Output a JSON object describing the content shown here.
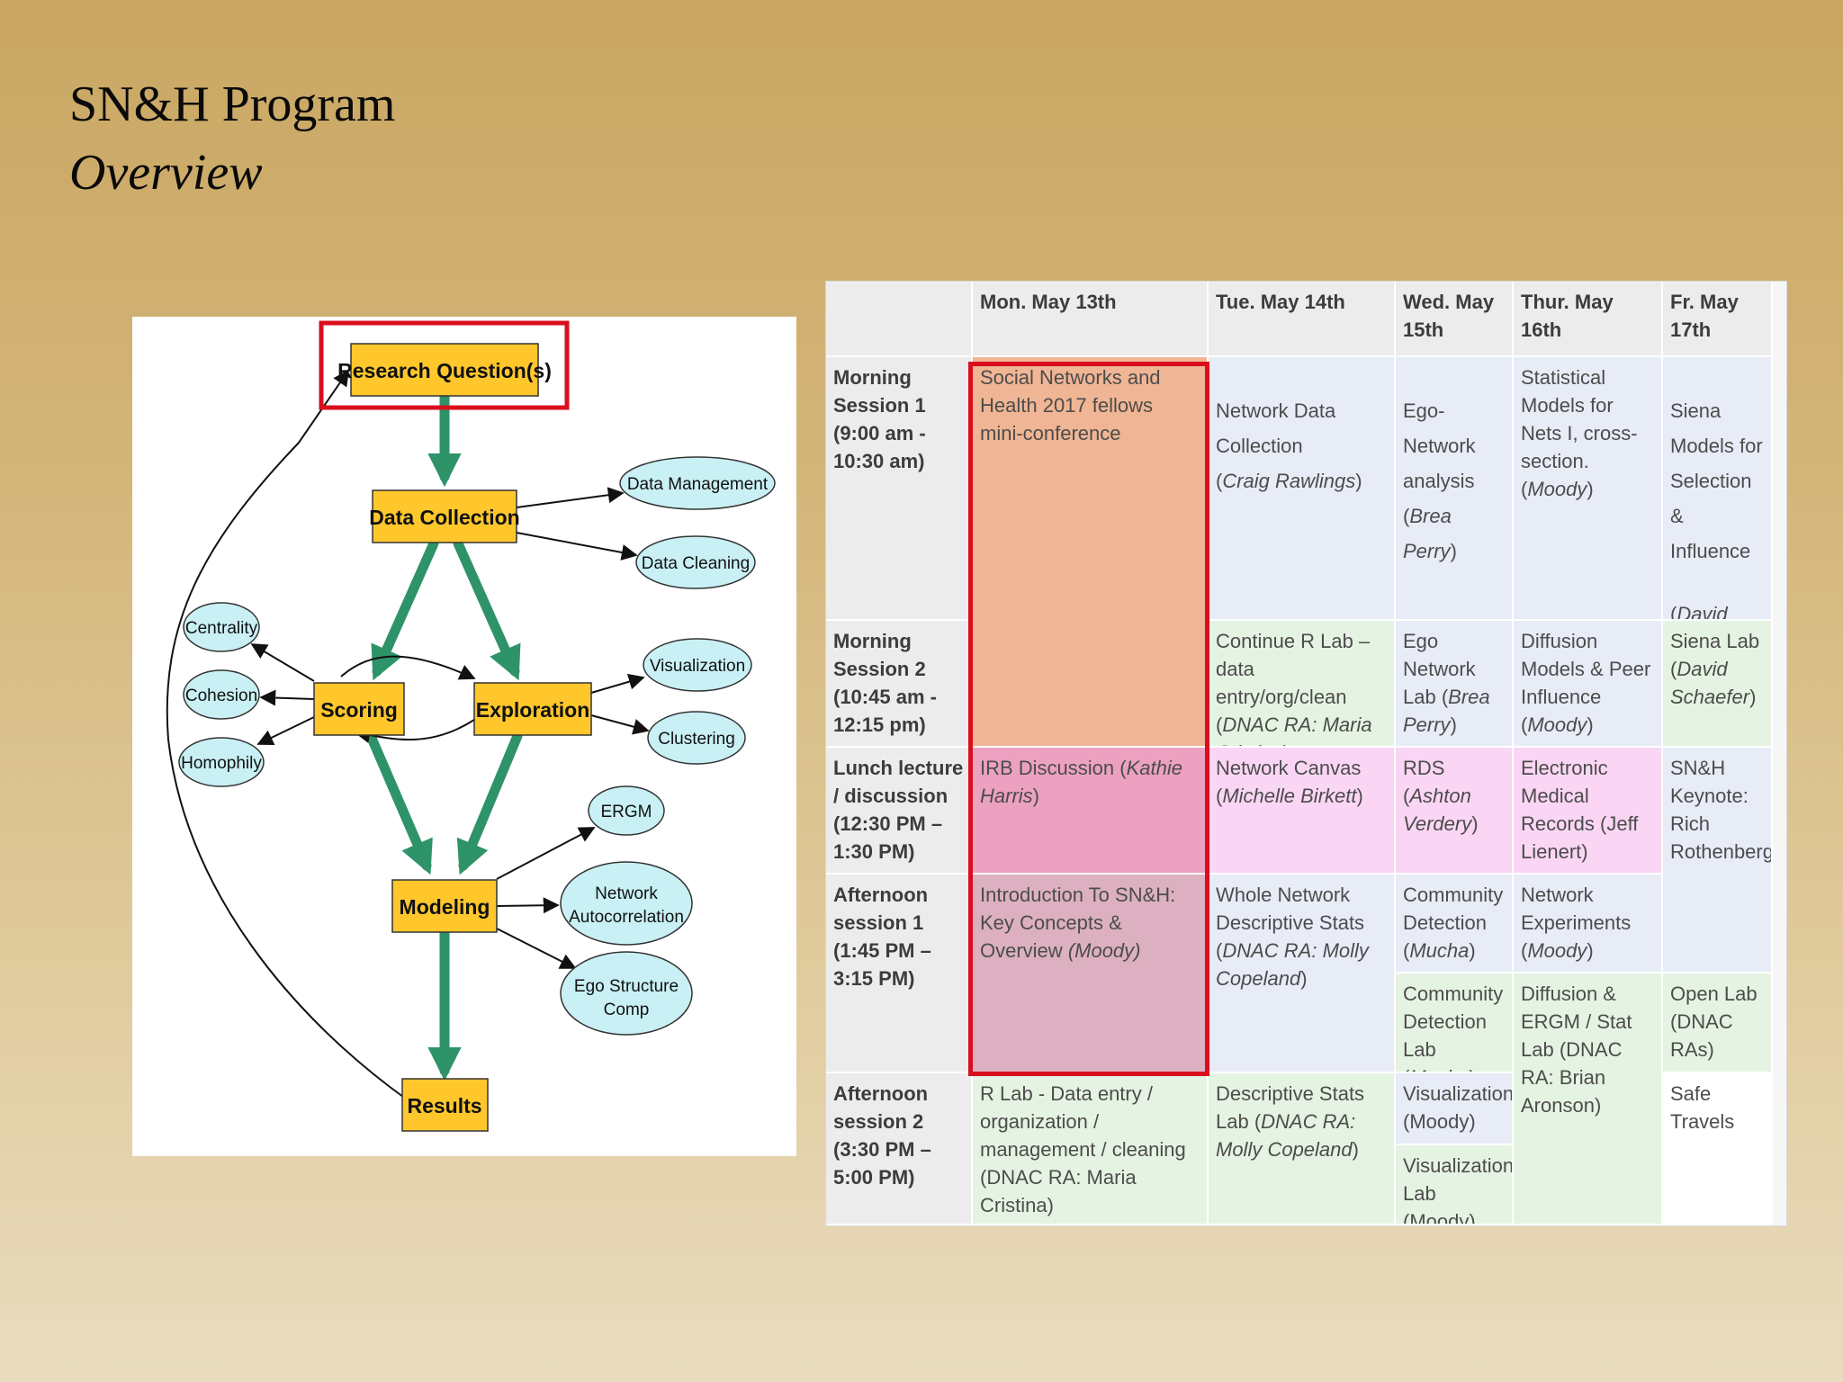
{
  "slide": {
    "title": "SN&H Program",
    "subtitle": "Overview"
  },
  "flowchart": {
    "research_question": "Research Question(s)",
    "data_collection": "Data Collection",
    "data_management": "Data Management",
    "data_cleaning": "Data Cleaning",
    "centrality": "Centrality",
    "cohesion": "Cohesion",
    "homophily": "Homophily",
    "scoring": "Scoring",
    "exploration": "Exploration",
    "visualization": "Visualization",
    "clustering": "Clustering",
    "ergm": "ERGM",
    "network_autocorrelation_1": "Network",
    "network_autocorrelation_2": "Autocorrelation",
    "ego_structure_1": "Ego Structure",
    "ego_structure_2": "Comp",
    "modeling": "Modeling",
    "results": "Results",
    "colors": {
      "box_fill": "#ffc72c",
      "ellipse_fill": "#c9f0f4",
      "arrow_green": "#2e9368",
      "highlight_red": "#d90f1e"
    }
  },
  "schedule": {
    "headers": {
      "mon": "Mon. May 13th",
      "tue": "Tue. May 14th",
      "wed_1": "Wed. May",
      "wed_2": "15th",
      "thu": "Thur. May 16th",
      "fri_1": "Fr. May",
      "fri_2": "17th"
    },
    "rows": {
      "ms1": [
        "Morning",
        "Session 1",
        "(9:00 am -",
        "10:30 am)"
      ],
      "ms2": [
        "Morning",
        "Session 2",
        "(10:45 am -",
        "12:15 pm)"
      ],
      "lunch": [
        "Lunch lecture",
        "/ discussion",
        "(12:30 PM –",
        "1:30 PM)"
      ],
      "as1": [
        "Afternoon",
        "session 1",
        "(1:45 PM –",
        "3:15 PM)"
      ],
      "as2": [
        "Afternoon",
        "session 2",
        "(3:30 PM –",
        "5:00 PM)"
      ]
    },
    "mon_ms": "Social Networks and Health 2017 fellows mini-conference",
    "mon_lunch_a": "IRB Discussion (",
    "mon_lunch_b": "Kathie Harris",
    "mon_lunch_c": ")",
    "mon_as1_a": "Introduction To SN&H: Key Concepts & Overview",
    "mon_as1_b": "(Moody)",
    "mon_as2": "R Lab - Data entry / organization / management / cleaning (DNAC RA: Maria Cristina)",
    "tue_ms1_a": "Network Data",
    "tue_ms1_b": "Collection",
    "tue_ms1_c": "(",
    "tue_ms1_d": "Craig Rawlings",
    "tue_ms1_e": ")",
    "tue_ms2_a": "Continue R Lab – data entry/org/clean (",
    "tue_ms2_b": "DNAC RA:  Maria Cristina",
    "tue_ms2_c": ")",
    "tue_lunch_a": "Network Canvas (",
    "tue_lunch_b": "Michelle Birkett",
    "tue_lunch_c": ")",
    "tue_as1_a": "Whole Network Descriptive Stats (",
    "tue_as1_b": "DNAC RA:  Molly Copeland",
    "tue_as1_c": ")",
    "tue_as2_a": "Descriptive Stats Lab (",
    "tue_as2_b": "DNAC RA: Molly Copeland",
    "tue_as2_c": ")",
    "wed_ms1_a": "Ego-",
    "wed_ms1_b": "Network",
    "wed_ms1_c": "analysis",
    "wed_ms1_d": "(",
    "wed_ms1_e": "Brea Perry",
    "wed_ms1_f": ")",
    "wed_ms2_a": "Ego Network Lab (",
    "wed_ms2_b": "Brea Perry",
    "wed_ms2_c": ")",
    "wed_lunch_a": "RDS",
    "wed_lunch_b": "(",
    "wed_lunch_c": "Ashton Verdery",
    "wed_lunch_d": ")",
    "wed_as1a_a": "Community Detection (",
    "wed_as1a_b": "Mucha",
    "wed_as1a_c": ")",
    "wed_as1b_a": "Community Detection Lab (",
    "wed_as1b_b": "Mucha",
    "wed_as1b_c": ")",
    "wed_as2a": "Visualization (Moody)",
    "wed_as2b": "Visualization Lab (Moody)",
    "thu_ms1_a": "Statistical Models for Nets I, cross-section. (",
    "thu_ms1_b": "Moody",
    "thu_ms1_c": ")",
    "thu_ms2_a": "Diffusion Models & Peer Influence (",
    "thu_ms2_b": "Moody",
    "thu_ms2_c": ")",
    "thu_lunch": "Electronic Medical Records (Jeff Lienert)",
    "thu_as1_a": "Network Experiments (",
    "thu_as1_b": "Moody",
    "thu_as1_c": ")",
    "thu_as2": "Diffusion & ERGM / Stat Lab (DNAC RA: Brian Aronson)",
    "fri_ms1_a": "Siena",
    "fri_ms1_b": "Models for",
    "fri_ms1_c": "Selection &",
    "fri_ms1_d": "Influence",
    "fri_ms1_e": "(",
    "fri_ms1_f": "David Schaefer",
    "fri_ms1_g": ")",
    "fri_ms2_a": "Siena Lab (",
    "fri_ms2_b": "David Schaefer",
    "fri_ms2_c": ")",
    "fri_lunch": "SN&H Keynote: Rich Rothenberg",
    "fri_as1": "Open Lab (DNAC RAs)",
    "fri_as2": "Safe Travels"
  }
}
